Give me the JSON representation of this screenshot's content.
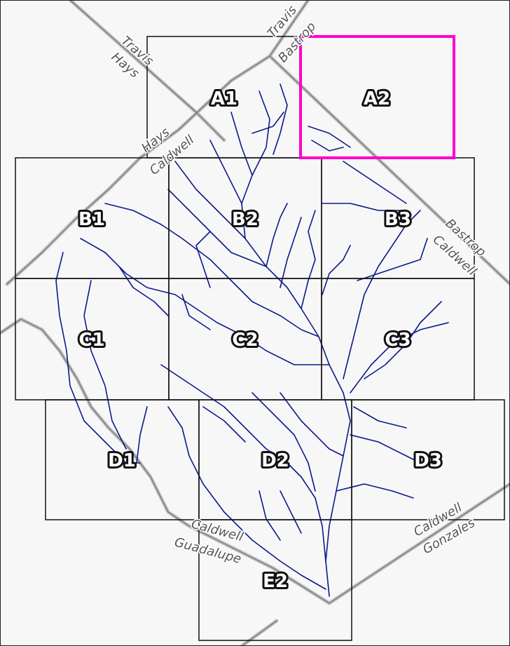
{
  "map": {
    "tiles": [
      {
        "id": "A1",
        "label": "A1"
      },
      {
        "id": "A2",
        "label": "A2",
        "highlighted": true
      },
      {
        "id": "B1",
        "label": "B1"
      },
      {
        "id": "B2",
        "label": "B2"
      },
      {
        "id": "B3",
        "label": "B3"
      },
      {
        "id": "C1",
        "label": "C1"
      },
      {
        "id": "C2",
        "label": "C2"
      },
      {
        "id": "C3",
        "label": "C3"
      },
      {
        "id": "D1",
        "label": "D1"
      },
      {
        "id": "D2",
        "label": "D2"
      },
      {
        "id": "D3",
        "label": "D3"
      },
      {
        "id": "E2",
        "label": "E2"
      }
    ],
    "county_labels": [
      {
        "id": "travis-1",
        "text": "Travis"
      },
      {
        "id": "hays-1",
        "text": "Hays"
      },
      {
        "id": "travis-2",
        "text": "Travis"
      },
      {
        "id": "bastrop-1",
        "text": "Bastrop"
      },
      {
        "id": "hays-2",
        "text": "Hays"
      },
      {
        "id": "caldwell-1",
        "text": "Caldwell"
      },
      {
        "id": "bastrop-2",
        "text": "Bastrop"
      },
      {
        "id": "caldwell-2",
        "text": "Caldwell"
      },
      {
        "id": "caldwell-3",
        "text": "Caldwell"
      },
      {
        "id": "guadalupe-1",
        "text": "Guadalupe"
      },
      {
        "id": "caldwell-4",
        "text": "Caldwell"
      },
      {
        "id": "gonzales-1",
        "text": "Gonzales"
      }
    ],
    "colors": {
      "highlight": "#ff00cc",
      "stream": "#0b1a8c",
      "tile_border": "#111111",
      "county_line": "#9a9a9a",
      "background": "#f7f7f7"
    }
  }
}
